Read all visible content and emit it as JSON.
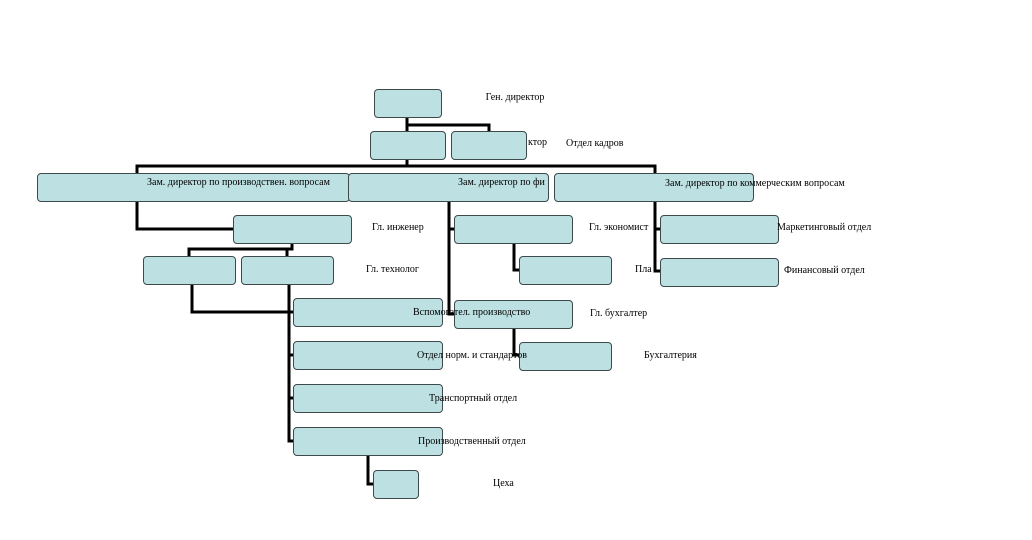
{
  "colors": {
    "box_fill": "#bde0e2",
    "box_border": "#3d4a4c",
    "connector": "#000000",
    "text": "#000000"
  },
  "labels": {
    "gen_director": "Ген. директор",
    "director_fragment": "ктор",
    "hr_department": "Отдел кадров",
    "deputy_production": "Зам. директор по производствен. вопросам",
    "deputy_finance": "Зам. директор по фи",
    "deputy_commercial": "Зам. директор по коммерческим вопросам",
    "chief_engineer": "Гл. инженер",
    "chief_economist": "Гл. экономист",
    "marketing_department": "Маркетинговый отдел",
    "chief_technologist": "Гл. технолог",
    "planning_fragment": "Пла",
    "finance_department": "Финансовый отдел",
    "auxiliary_production": "Вспомогател. производство",
    "chief_accountant": "Гл. бухгалтер",
    "norms_standards_department": "Отдел норм. и стандартов",
    "accounting": "Бухгалтерия",
    "transport_department": "Транспортный отдел",
    "production_department": "Производственный отдел",
    "workshops": "Цеха"
  }
}
